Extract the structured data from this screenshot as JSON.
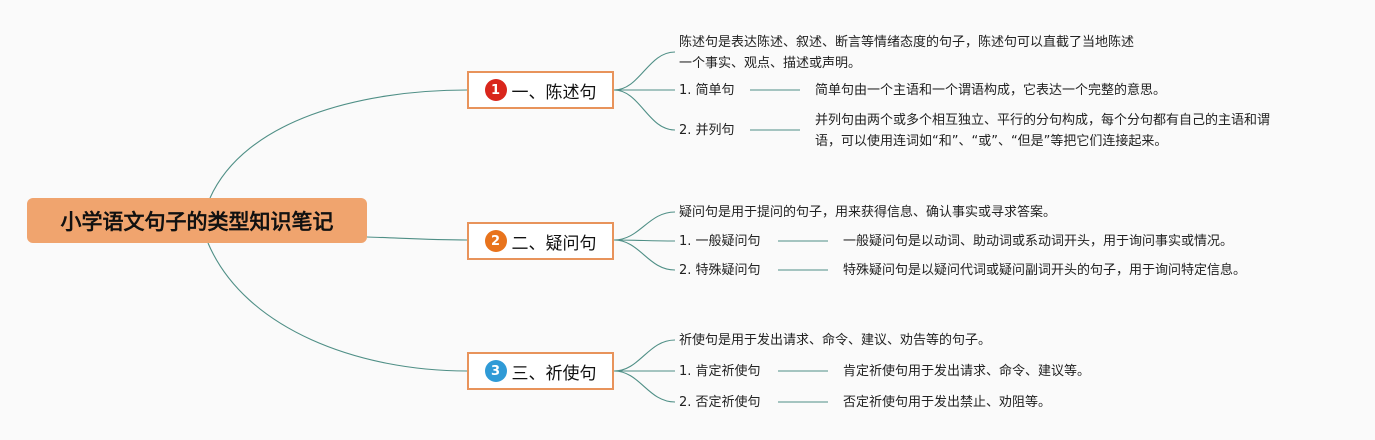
{
  "root": {
    "title": "小学语文句子的类型知识笔记"
  },
  "branches": [
    {
      "number": "1",
      "badge_color": "#d9261c",
      "title": "一、陈述句",
      "intro": [
        "陈述句是表达陈述、叙述、断言等情绪态度的句子，陈述句可以直截了当地陈述",
        "一个事实、观点、描述或声明。"
      ],
      "items": [
        {
          "label": "1. 简单句",
          "desc": [
            "简单句由一个主语和一个谓语构成，它表达一个完整的意思。"
          ]
        },
        {
          "label": "2. 并列句",
          "desc": [
            "并列句由两个或多个相互独立、平行的分句构成，每个分句都有自己的主语和谓",
            "语，可以使用连词如“和”、“或”、“但是”等把它们连接起来。"
          ]
        }
      ]
    },
    {
      "number": "2",
      "badge_color": "#e8731c",
      "title": "二、疑问句",
      "intro": [
        "疑问句是用于提问的句子，用来获得信息、确认事实或寻求答案。"
      ],
      "items": [
        {
          "label": "1. 一般疑问句",
          "desc": [
            "一般疑问句是以动词、助动词或系动词开头，用于询问事实或情况。"
          ]
        },
        {
          "label": "2. 特殊疑问句",
          "desc": [
            "特殊疑问句是以疑问代词或疑问副词开头的句子，用于询问特定信息。"
          ]
        }
      ]
    },
    {
      "number": "3",
      "badge_color": "#2f9ad6",
      "title": "三、祈使句",
      "intro": [
        "祈使句是用于发出请求、命令、建议、劝告等的句子。"
      ],
      "items": [
        {
          "label": "1. 肯定祈使句",
          "desc": [
            "肯定祈使句用于发出请求、命令、建议等。"
          ]
        },
        {
          "label": "2. 否定祈使句",
          "desc": [
            "否定祈使句用于发出禁止、劝阻等。"
          ]
        }
      ]
    }
  ],
  "colors": {
    "edge": "#4f8f86",
    "branch_border": "#e8935b",
    "root_fill": "#f0a46e"
  }
}
